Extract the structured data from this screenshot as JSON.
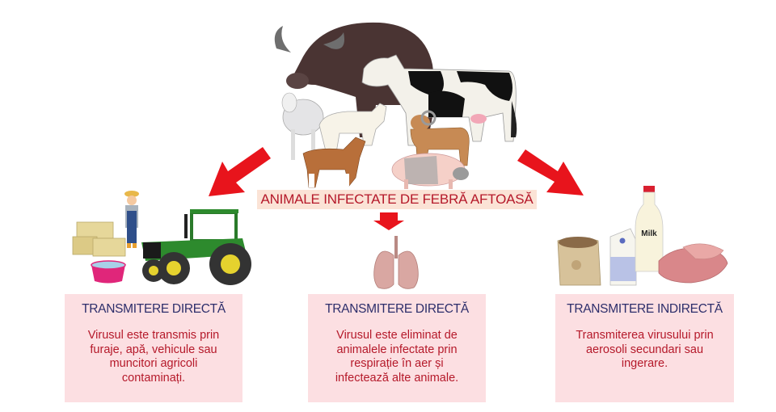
{
  "center": {
    "label": "ANIMALE INFECTATE DE FEBRĂ AFTOASĂ",
    "illustration": "infected-livestock-group",
    "animals": [
      "buffalo",
      "cow",
      "sheep",
      "goat",
      "ram",
      "goat",
      "pig"
    ]
  },
  "arrows": {
    "color": "#e8141c",
    "items": [
      {
        "direction": "down-left",
        "target": "left-panel"
      },
      {
        "direction": "down",
        "target": "center-panel"
      },
      {
        "direction": "down-right",
        "target": "right-panel"
      }
    ]
  },
  "panels": [
    {
      "illustration": "farm-worker-tractor-hay-water",
      "title": "TRANSMITERE DIRECTĂ",
      "lines": [
        "Virusul este transmis prin",
        "furaje, apă, vehicule sau",
        "muncitori agricoli",
        "contaminați."
      ]
    },
    {
      "illustration": "lungs",
      "title": "TRANSMITERE DIRECTĂ",
      "lines": [
        "Virusul este eliminat de",
        "animalele infectate prin",
        "respirație în aer și",
        "infectează alte animale."
      ]
    },
    {
      "illustration": "feed-bag-milk-carton-milk-bottle-meat",
      "milk_label": "Milk",
      "title": "TRANSMITERE INDIRECTĂ",
      "lines": [
        "Transmiterea virusului prin",
        "aerosoli secundari sau",
        "ingerare."
      ]
    }
  ],
  "colors": {
    "box_bg": "#fcdfe2",
    "title_text": "#2d2e6b",
    "body_text": "#b5192a",
    "label_bg": "#fbe3d6",
    "arrow": "#e8141c"
  }
}
